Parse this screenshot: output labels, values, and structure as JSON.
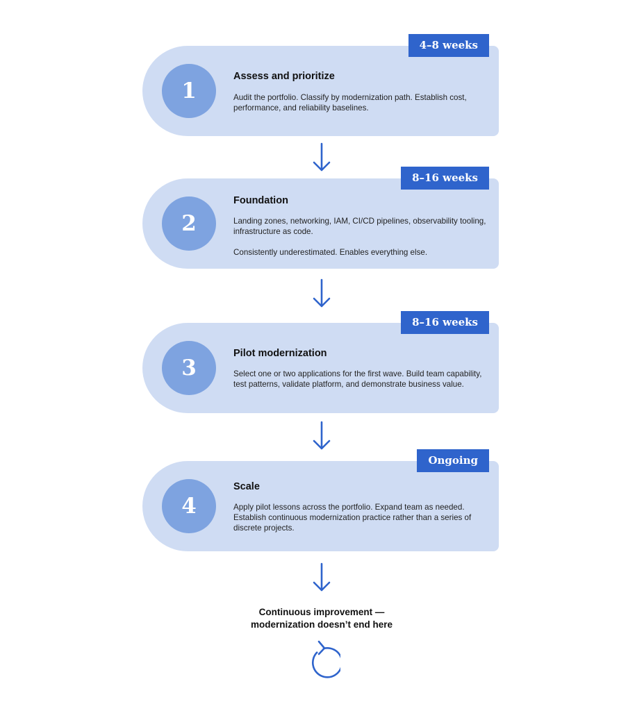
{
  "steps": [
    {
      "number": "1",
      "title": "Assess and prioritize",
      "description": [
        "Audit the portfolio. Classify by modernization path. Establish cost, performance, and reliability baselines."
      ],
      "duration": "4–8 weeks"
    },
    {
      "number": "2",
      "title": "Foundation",
      "description": [
        "Landing zones, networking, IAM, CI/CD pipelines, observability tooling, infrastructure as code.",
        "Consistently underestimated. Enables everything else."
      ],
      "duration": "8–16 weeks"
    },
    {
      "number": "3",
      "title": "Pilot modernization",
      "description": [
        "Select one or two applications for the first wave. Build team capability, test patterns, validate platform, and demonstrate business value."
      ],
      "duration": "8–16 weeks"
    },
    {
      "number": "4",
      "title": "Scale",
      "description": [
        "Apply pilot lessons across the portfolio. Expand team as needed. Establish continuous modernization practice rather than a series of discrete projects."
      ],
      "duration": "Ongoing"
    }
  ],
  "conclusion": {
    "line1": "Continuous improvement —",
    "line2": "modernization doesn’t end here"
  },
  "icons": {
    "arrow": "arrow-down-icon",
    "cycle": "refresh-icon"
  },
  "colors": {
    "card_background": "#cfdcf3",
    "number_circle": "#7ea3e0",
    "duration_badge": "#2f64cc",
    "arrow": "#2f64cc"
  }
}
